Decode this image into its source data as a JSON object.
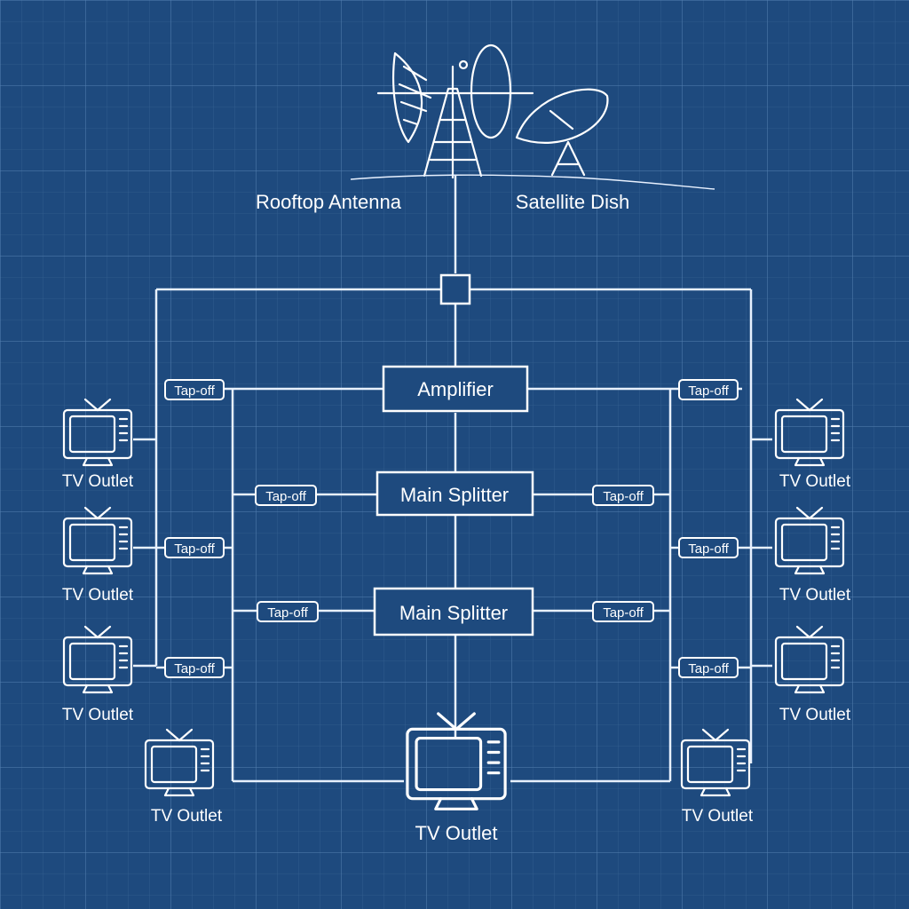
{
  "colors": {
    "background": "#1e4a7e",
    "grid": "#4f7aa9",
    "lines": "#ffffff"
  },
  "sources": {
    "antenna_label": "Rooftop Antenna",
    "dish_label": "Satellite Dish"
  },
  "amplifier": {
    "label": "Amplifier"
  },
  "splitters": [
    {
      "label": "Main Splitter"
    },
    {
      "label": "Main Splitter"
    }
  ],
  "tap_label": "Tap-off",
  "outlet_label": "TV Outlet",
  "icons": [
    "antenna-icon",
    "satellite-dish-icon",
    "tv-icon"
  ]
}
